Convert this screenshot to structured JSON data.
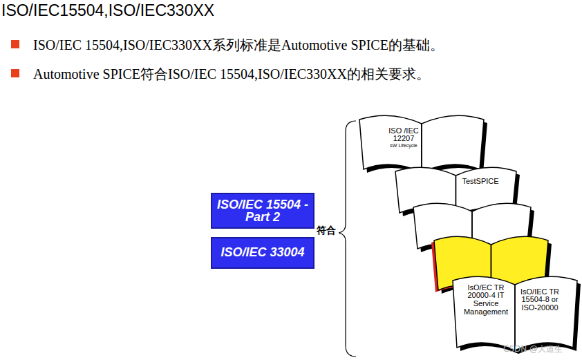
{
  "diagram": {
    "title": "ISO/IEC15504,ISO/IEC330XX",
    "nodes": [
      {
        "text": [
          "ISO/IEC 15504 -Part 2"
        ]
      },
      {
        "text": [
          "ISO/IEC 33004"
        ]
      },
      {
        "text": [
          "ISO /IEC 12207",
          "sW Lifecycle"
        ]
      },
      {
        "text": [
          "TestSPICE"
        ]
      },
      {
        "text": [
          "IsO/EC TR 20000-4 IT Service Management"
        ]
      },
      {
        "text": [
          "IsO/IEC TR 15504-8 or ISO-20000"
        ]
      }
    ],
    "labels": [
      "ISO/IEC 15504,ISO/IEC330XX系列标准是Automotive SPICE的基础。",
      "Automotive SPICE符合ISO/IEC 15504,ISO/IEC330XX的相关要求。",
      "符合",
      "CSDN @大道生"
    ]
  }
}
